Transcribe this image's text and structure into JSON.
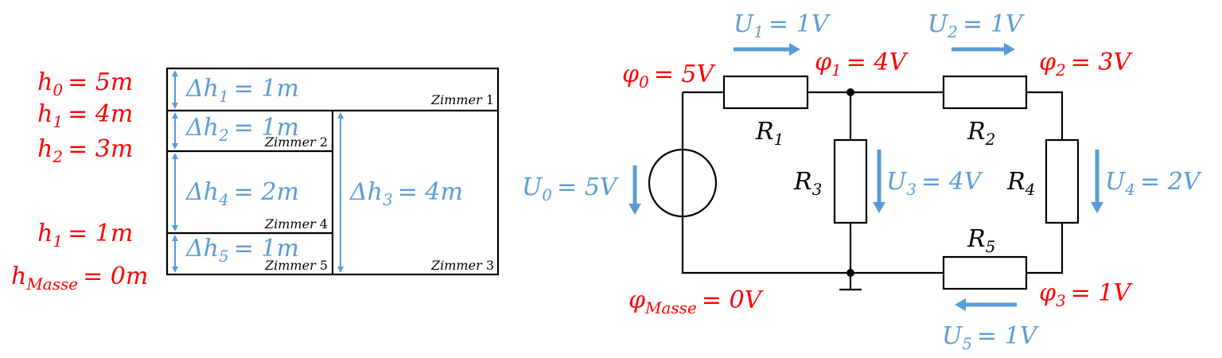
{
  "building": {
    "heights": [
      {
        "sym": "h",
        "sub": "0",
        "val": "= 5m"
      },
      {
        "sym": "h",
        "sub": "1",
        "val": "= 4m"
      },
      {
        "sym": "h",
        "sub": "2",
        "val": "= 3m"
      },
      {
        "sym": "h",
        "sub": "1",
        "val": "= 1m"
      },
      {
        "sym": "h",
        "sub": "Masse",
        "val": "= 0m"
      }
    ],
    "deltas": [
      {
        "sym": "Δh",
        "sub": "1",
        "val": "= 1m"
      },
      {
        "sym": "Δh",
        "sub": "2",
        "val": "= 1m"
      },
      {
        "sym": "Δh",
        "sub": "4",
        "val": "= 2m"
      },
      {
        "sym": "Δh",
        "sub": "5",
        "val": "= 1m"
      },
      {
        "sym": "Δh",
        "sub": "3",
        "val": "= 4m"
      }
    ],
    "rooms": [
      {
        "word": "Zimmer",
        "num": "1"
      },
      {
        "word": "Zimmer",
        "num": "2"
      },
      {
        "word": "Zimmer",
        "num": "4"
      },
      {
        "word": "Zimmer",
        "num": "5"
      },
      {
        "word": "Zimmer",
        "num": "3"
      }
    ]
  },
  "circuit": {
    "potentials": [
      {
        "sym": "φ",
        "sub": "0",
        "val": "= 5V"
      },
      {
        "sym": "φ",
        "sub": "1",
        "val": "= 4V"
      },
      {
        "sym": "φ",
        "sub": "2",
        "val": "= 3V"
      },
      {
        "sym": "φ",
        "sub": "Masse",
        "val": "= 0V"
      },
      {
        "sym": "φ",
        "sub": "3",
        "val": "= 1V"
      }
    ],
    "voltages": [
      {
        "sym": "U",
        "sub": "1",
        "val": "= 1V"
      },
      {
        "sym": "U",
        "sub": "2",
        "val": "= 1V"
      },
      {
        "sym": "U",
        "sub": "0",
        "val": "= 5V"
      },
      {
        "sym": "U",
        "sub": "3",
        "val": "= 4V"
      },
      {
        "sym": "U",
        "sub": "4",
        "val": "= 2V"
      },
      {
        "sym": "U",
        "sub": "5",
        "val": "= 1V"
      }
    ],
    "resistors": [
      {
        "sym": "R",
        "sub": "1"
      },
      {
        "sym": "R",
        "sub": "2"
      },
      {
        "sym": "R",
        "sub": "3"
      },
      {
        "sym": "R",
        "sub": "4"
      },
      {
        "sym": "R",
        "sub": "5"
      }
    ]
  },
  "colors": {
    "potential": "#ff0000",
    "voltage": "#5b9bd5",
    "component": "#000000"
  }
}
